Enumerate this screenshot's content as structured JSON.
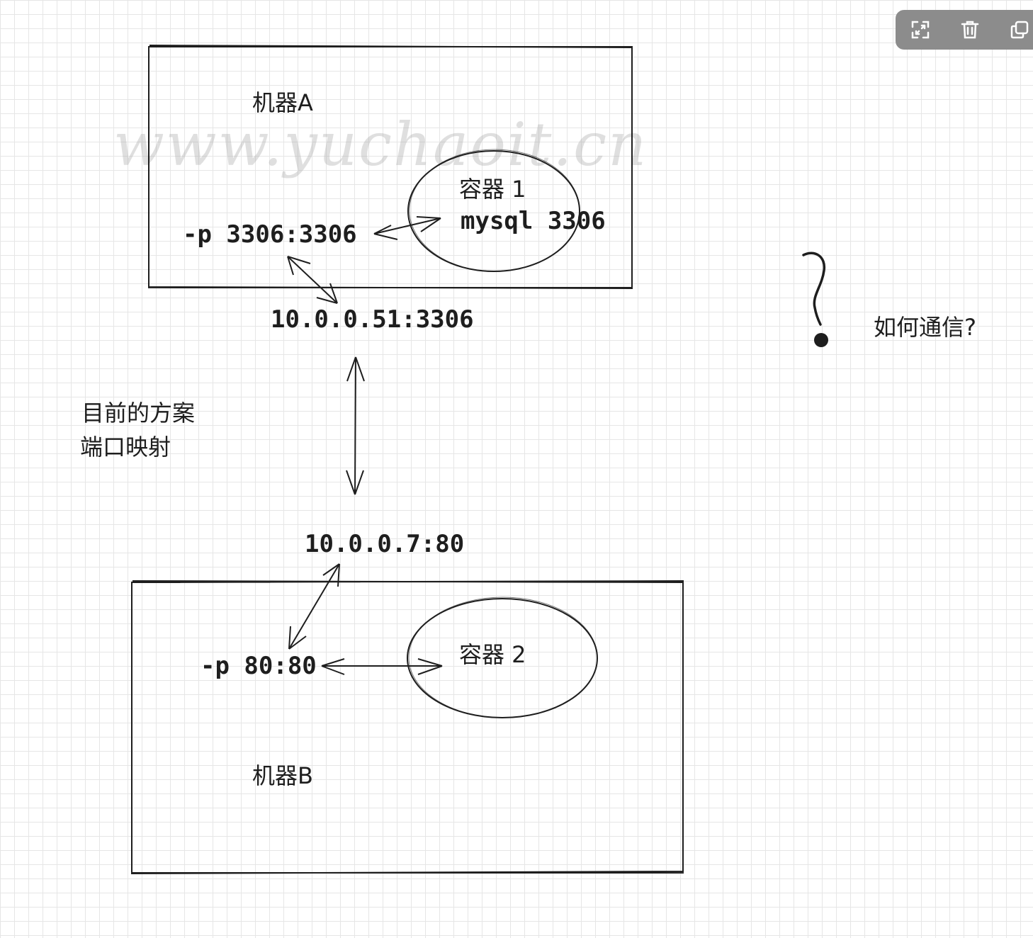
{
  "toolbar": {
    "icons": [
      "expand-icon",
      "trash-icon",
      "copy-icon"
    ],
    "color": "#8c8c8c"
  },
  "watermark": "www.yuchaoit.cn",
  "machine_a": {
    "label": "机器A",
    "container_label": "容器 1",
    "service_label": "mysql 3306",
    "port_mapping": "-p 3306:3306",
    "address": "10.0.0.51:3306"
  },
  "machine_b": {
    "label": "机器B",
    "container_label": "容器 2",
    "port_mapping": "-p 80:80",
    "address": "10.0.0.7:80"
  },
  "current_solution": {
    "line1": "目前的方案",
    "line2": "端口映射"
  },
  "question": {
    "text": "如何通信?"
  },
  "colors": {
    "stroke": "#1e1e1e",
    "grid": "#e6e6e6"
  }
}
